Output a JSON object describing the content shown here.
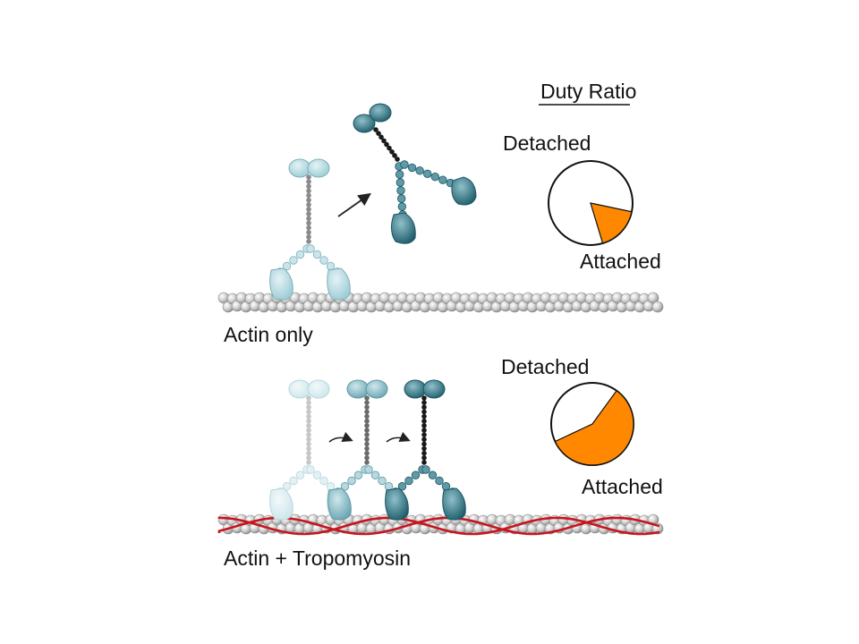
{
  "title": "Duty Ratio",
  "panels": [
    {
      "label": "Actin only",
      "pie_labels": {
        "detached": "Detached",
        "attached": "Attached"
      },
      "attached_fraction": 0.17
    },
    {
      "label": "Actin + Tropomyosin",
      "pie_labels": {
        "detached": "Detached",
        "attached": "Attached"
      },
      "attached_fraction": 0.58
    }
  ],
  "colors": {
    "attached": "#ff8800",
    "actin": "#c8c8c8",
    "tropomyosin": "#c8141e",
    "myosin_light": "#b9dde4",
    "myosin_mid": "#7db4c0",
    "myosin_dark": "#2f7482",
    "neck_dark": "#1a1a1a"
  }
}
